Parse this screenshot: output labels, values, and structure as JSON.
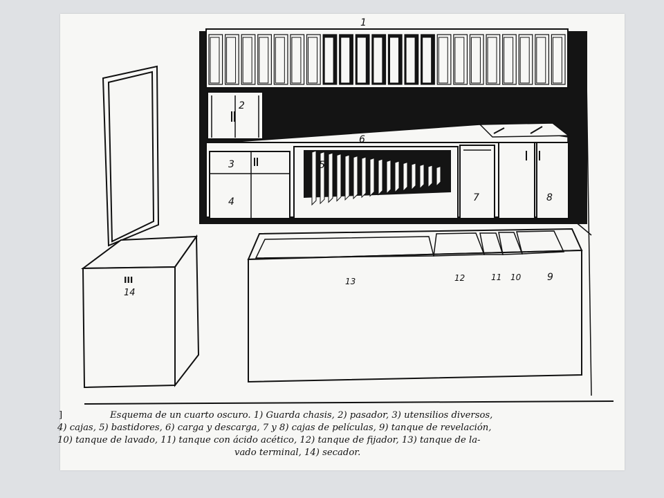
{
  "labels": {
    "n1": "1",
    "n2": "2",
    "n3": "3",
    "n4": "4",
    "n5": "5",
    "n6": "6",
    "n7": "7",
    "n8": "8",
    "n9": "9",
    "n10": "10",
    "n11": "11",
    "n12": "12",
    "n13": "13",
    "n14": "14",
    "roman3": "III"
  },
  "caption": {
    "mark": "]",
    "line1": "Esquema de un cuarto oscuro. 1) Guarda chasis, 2) pasador, 3) utensilios diversos,",
    "line2": "4) cajas, 5) bastidores, 6) carga y descarga, 7 y 8) cajas de películas, 9) tanque de revelación,",
    "line3": "10) tanque de lavado, 11) tanque con ácido acético, 12) tanque de fijador, 13) tanque de la-",
    "line4": "vado terminal, 14) secador."
  }
}
